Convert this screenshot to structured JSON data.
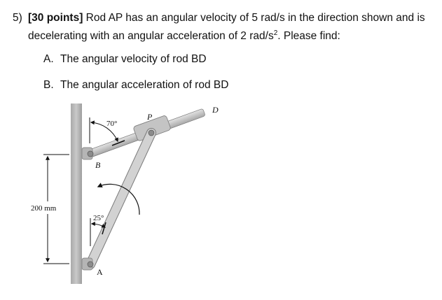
{
  "problem": {
    "number": "5)",
    "points": "[30 points]",
    "text_line1": " Rod AP has an angular velocity of 5 rad/s in the direction shown and is",
    "text_line2_pre": "decelerating with an angular acceleration of 2 rad/s",
    "text_line2_sup": "2",
    "text_line2_post": ". Please find:",
    "parts": [
      {
        "label": "A.",
        "text": "The angular velocity of rod BD"
      },
      {
        "label": "B.",
        "text": "The angular acceleration of rod BD"
      }
    ]
  },
  "figure": {
    "labels": {
      "D": "D",
      "P": "P",
      "B": "B",
      "A": "A",
      "angle_top": "70°",
      "angle_bottom": "25°",
      "dimension": "200 mm"
    },
    "colors": {
      "wall": "#b9b9b9",
      "rod": "#cfcfcf",
      "rod_edge": "#7a7a7a",
      "collar": "#bdbdbd",
      "ink": "#111111"
    }
  }
}
